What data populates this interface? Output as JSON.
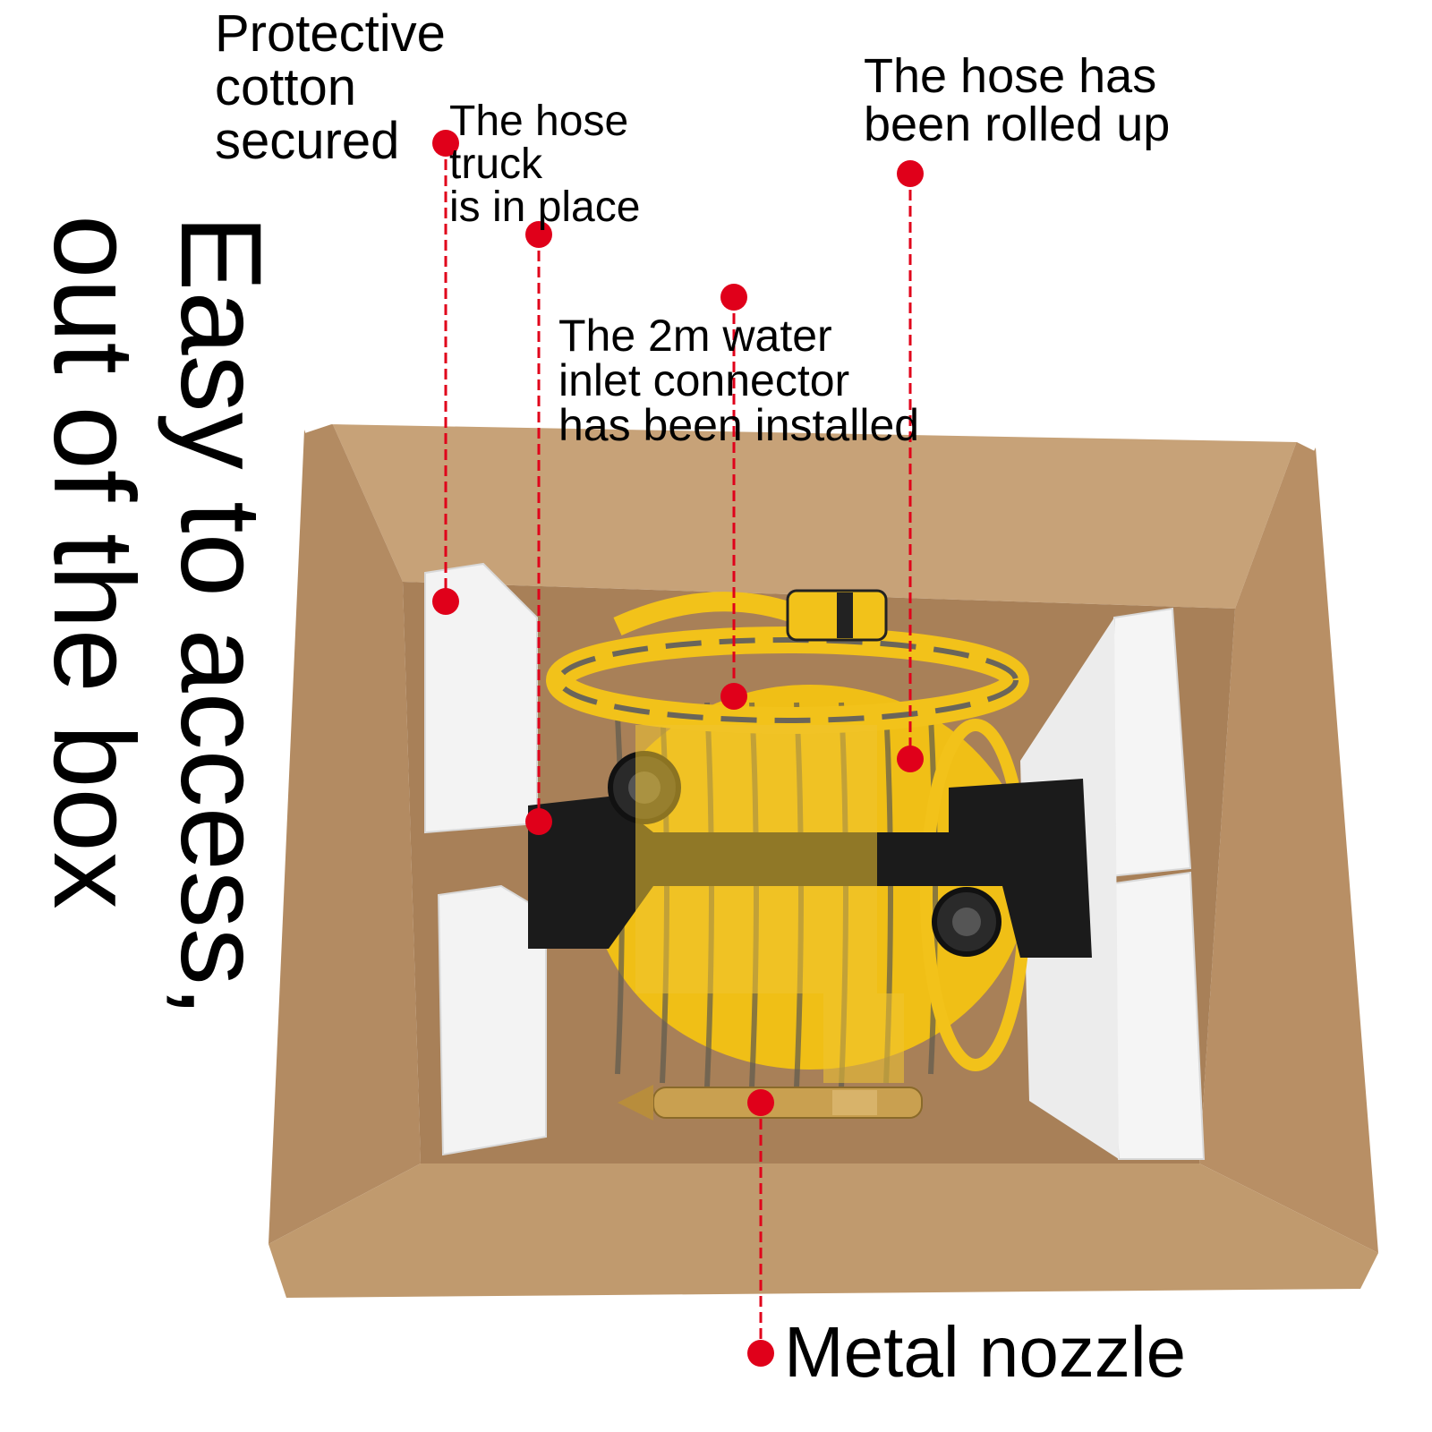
{
  "colors": {
    "background": "#ffffff",
    "text": "#000000",
    "marker": "#e0001a",
    "cardboard": "#c9a479",
    "cardboard_dark": "#a88058",
    "foam": "#f4f4f4",
    "hose_yellow": "#f2c21a",
    "hose_stripe": "#5e5a4f",
    "reel_black": "#1b1b1b",
    "brass": "#c9a050"
  },
  "labels": {
    "protective_cotton": "Protective\ncotton\nsecured",
    "hose_truck": "The hose\ntruck\nis in place",
    "hose_rolled": "The hose has\nbeen rolled up",
    "water_inlet": "The 2m water\ninlet connector\nhas been installed",
    "metal_nozzle": "Metal nozzle",
    "easy_access_line1": "Easy to access,",
    "easy_access_line2": "out of the box"
  },
  "icons": {
    "marker": "red-dot-marker",
    "leader": "dashed-red-leader-line"
  }
}
